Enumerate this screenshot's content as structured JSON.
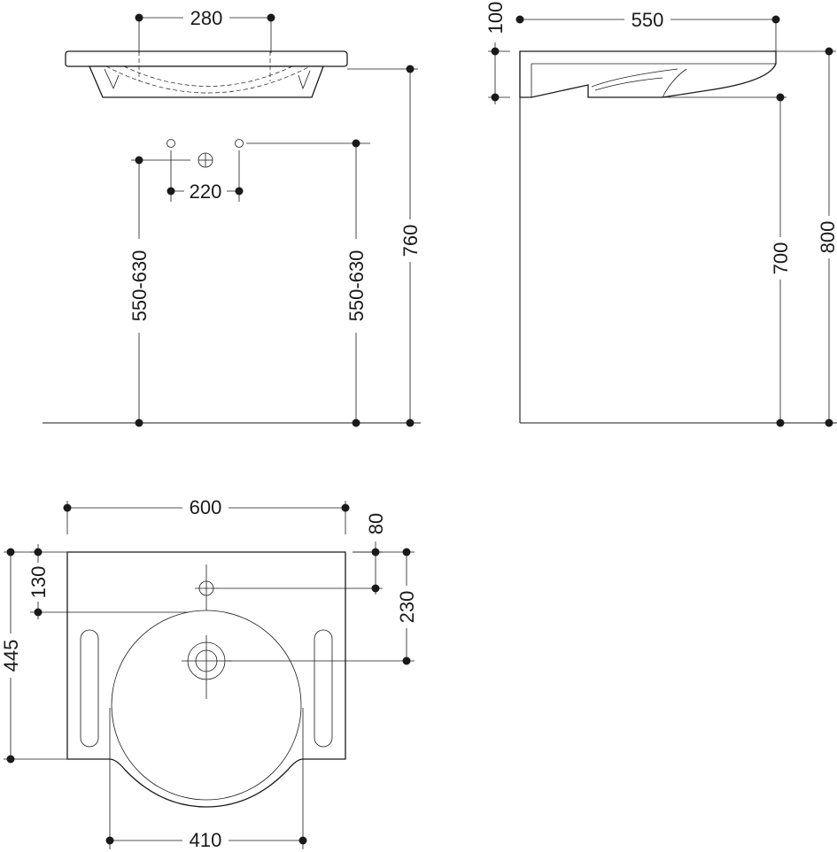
{
  "dimensions": {
    "tap_hole_spacing": "280",
    "fixing_spacing": "220",
    "left_fixing_height": "550-630",
    "right_fixing_height": "550-630",
    "rim_height": "760",
    "depth": "550",
    "rim_thickness": "100",
    "clearance_height": "700",
    "overall_height": "800",
    "width": "600",
    "back_to_tap": "80",
    "back_to_bowl": "130",
    "tap_to_waste": "230",
    "projection": "445",
    "bowl_width": "410"
  }
}
